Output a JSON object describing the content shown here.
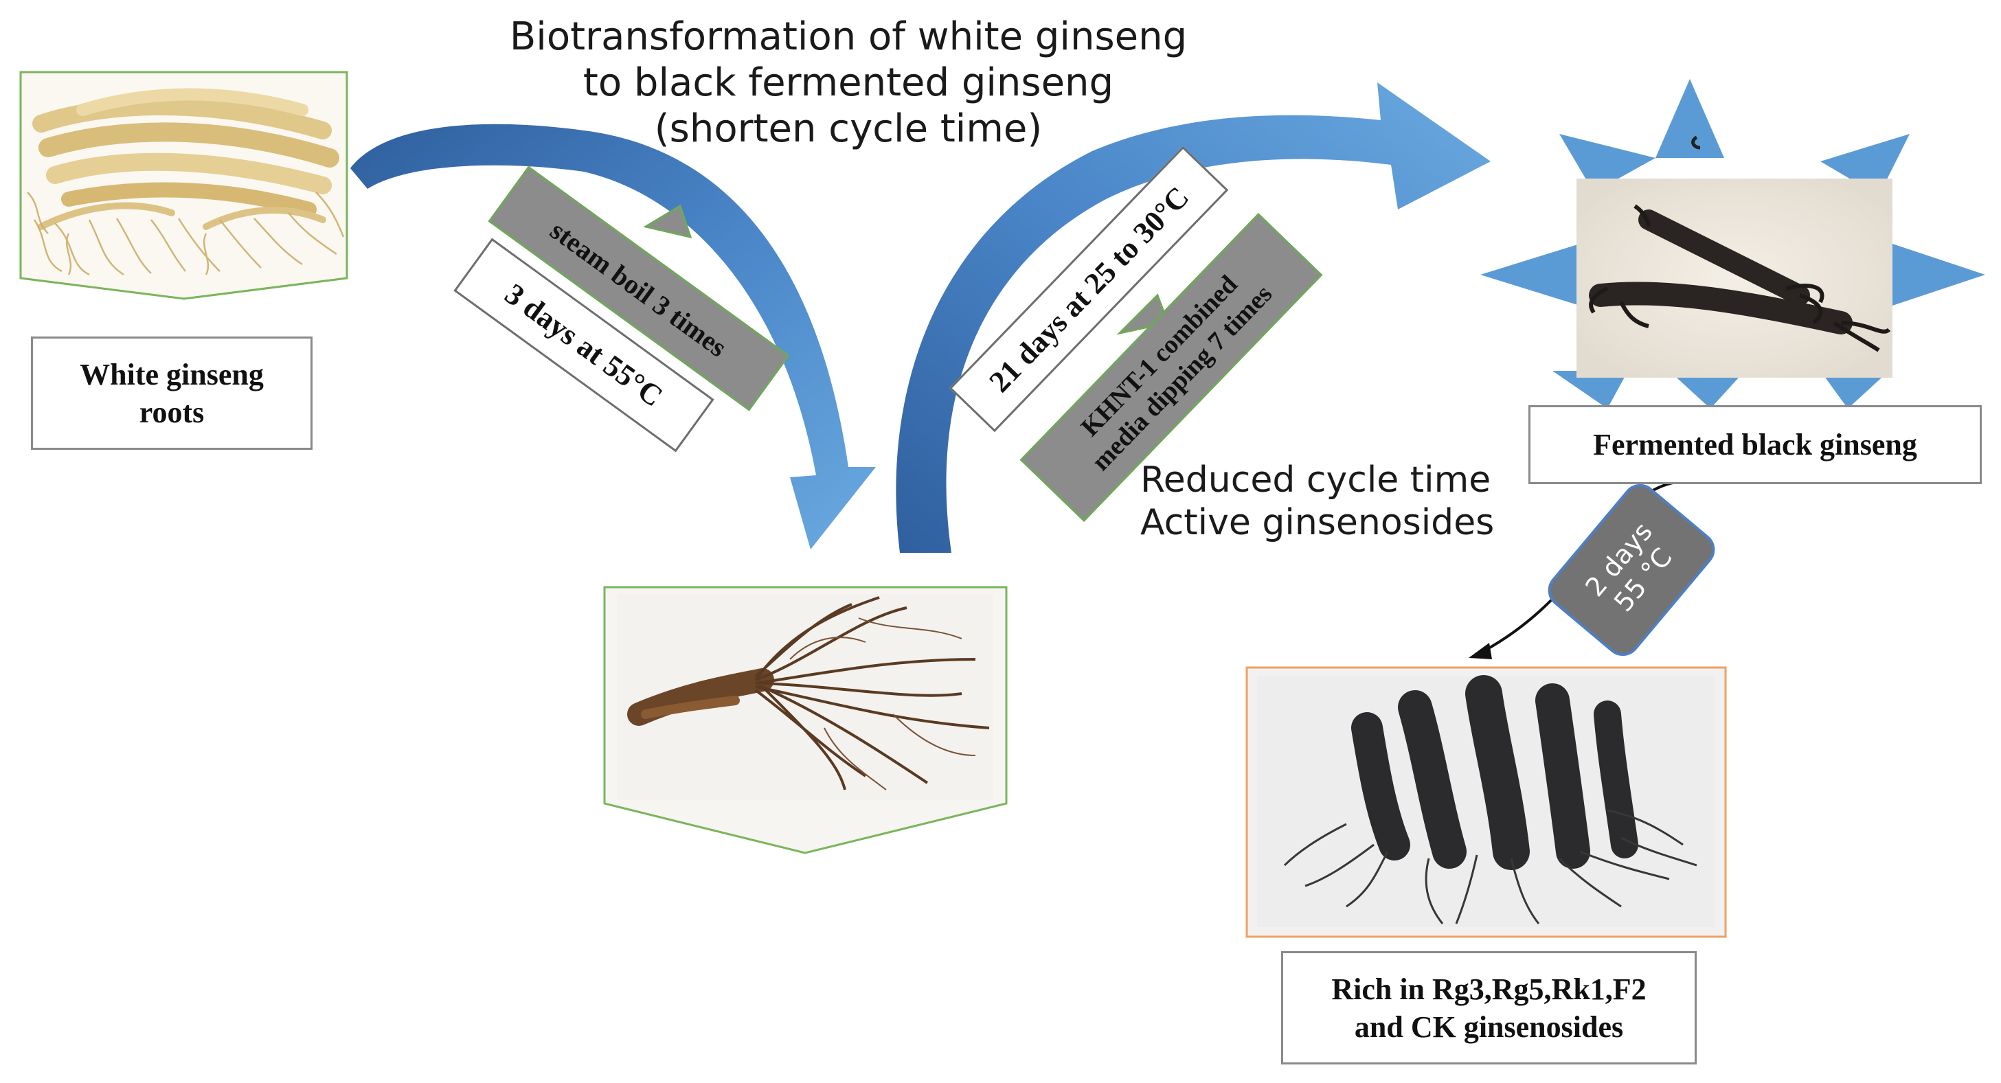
{
  "title_lines": [
    "Biotransformation of white ginseng",
    "to black fermented ginseng",
    "(shorten cycle time)"
  ],
  "labels": {
    "white_ginseng": [
      "White ginseng",
      "roots"
    ],
    "fermented_black": "Fermented black ginseng",
    "rich_in": [
      "Rich in Rg3,Rg5,Rk1,F2",
      "and CK ginsenosides"
    ]
  },
  "steps": {
    "steam_boil": "steam boil 3 times",
    "days_55": "3 days at 55°C",
    "days_21": "21 days at 25 to 30°C",
    "khnt": [
      "KHNT-1 combined",
      "media dipping 7 times"
    ],
    "two_days": [
      "2 days",
      "55 °C"
    ]
  },
  "notes": [
    "Reduced cycle time",
    "Active ginsenosides"
  ],
  "colors": {
    "arrow_blue": "#5b9bd5",
    "arrow_dark": "#2f5f9e",
    "pill_gray": "#737373",
    "pill_border": "#4d7fc2",
    "frame_green": "#7ab55c",
    "frame_orange": "#f0a060",
    "step_gray": "#8c8c8c"
  }
}
